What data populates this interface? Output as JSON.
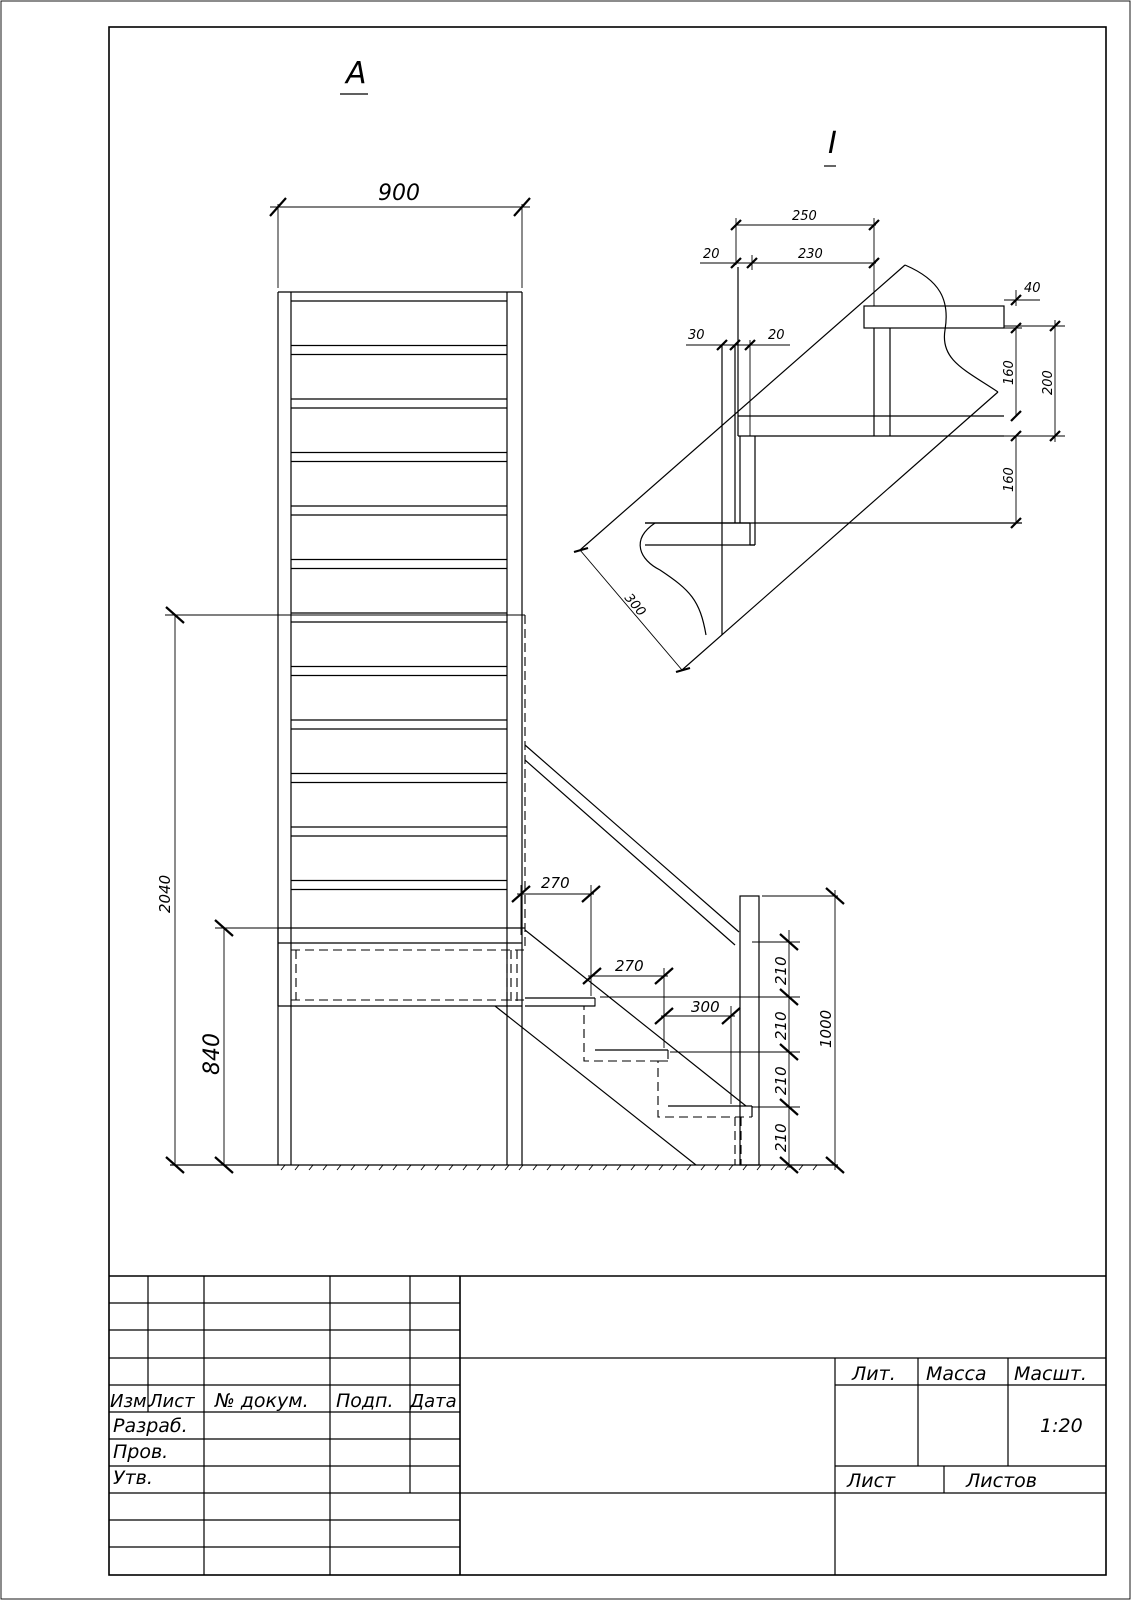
{
  "views": {
    "main_label": "А",
    "detail_label": "I"
  },
  "dimensions": {
    "width_900": "900",
    "height_2040": "2040",
    "height_840": "840",
    "height_1000": "1000",
    "tread_270_a": "270",
    "tread_270_b": "270",
    "tread_300": "300",
    "rise_210_a": "210",
    "rise_210_b": "210",
    "rise_210_c": "210",
    "rise_210_d": "210"
  },
  "detail_dimensions": {
    "d250": "250",
    "d230": "230",
    "d20_top": "20",
    "d30": "30",
    "d20_mid": "20",
    "d40": "40",
    "d160_a": "160",
    "d200": "200",
    "d160_b": "160",
    "d300": "300"
  },
  "title_block": {
    "col_izm": "Изм.",
    "col_list": "Лист",
    "col_doc": "№ докум.",
    "col_podp": "Подп.",
    "col_data": "Дата",
    "razrab": "Разраб.",
    "prov": "Пров.",
    "utv": "Утв.",
    "lit": "Лит.",
    "massa": "Масса",
    "masshtab": "Масшт.",
    "scale_value": "1:20",
    "sheet": "Лист",
    "sheets": "Листов"
  }
}
